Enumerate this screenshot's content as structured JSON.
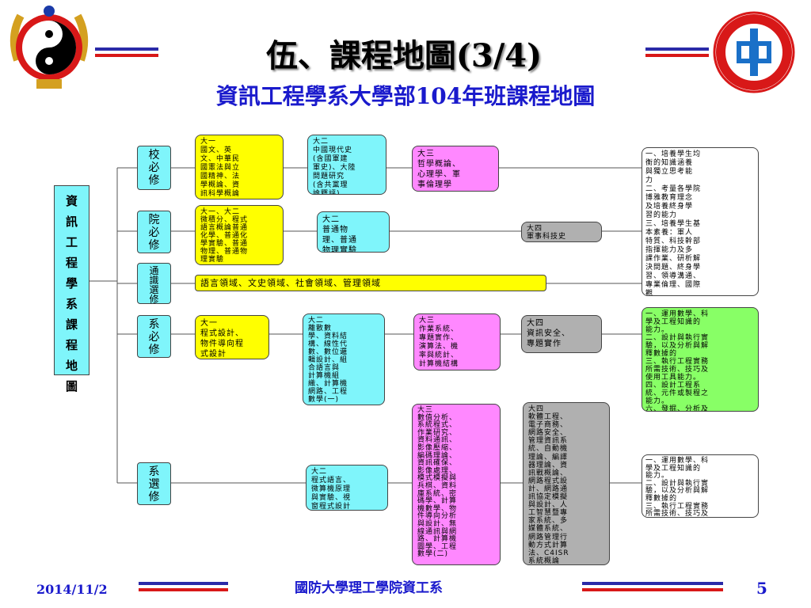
{
  "header": {
    "title": "伍、課程地圖(3/4)",
    "subtitle": "資訊工程學系大學部104年班課程地圖"
  },
  "left_label": "資\n訊\n工\n程\n學\n系\n課\n程\n地\n圖",
  "categories": {
    "school_required": "校\n必\n修",
    "college_required": "院\n必\n修",
    "general": "通\n識\n選\n修",
    "dept_required": "系\n必\n修",
    "dept_elective": "系\n選\n修"
  },
  "courses": {
    "school_y1": "大一\n國文、英\n文、中華民\n國憲法與立\n國精神、法\n學概論、資\n訊科學概論",
    "school_y2": "大二\n中國現代史\n(含國軍建\n軍史)、大陸\n問題研究\n(含共黨理\n論釋評)",
    "school_y3": "大三\n哲學概論、\n心理學、軍\n事倫理學",
    "college_y12": "大一、大二\n微積分、程式\n語言概論普通\n化學、普通化\n學實驗、普通\n物理、普通物\n理實驗",
    "college_y2": "大二\n普通物\n理、普通\n物理實驗",
    "college_y4": "大四\n軍事科技史",
    "general_bar": "語言領域、文史領域、社會領域、管理領域",
    "dept_req_y1": "大一\n程式設計、\n物件導向程\n式設計",
    "dept_req_y2": "大二\n離散數\n學、資料結\n構、線性代\n數、數位邏\n輯設計、組\n合語言與\n計算機組\n織、計算機\n網路、工程\n數學(一)",
    "dept_req_y3": "大三\n作業系統、\n專題實作、\n演算法、機\n率與統計、\n計算機結構",
    "dept_req_y4": "大四\n資訊安全、\n專題實作",
    "dept_el_y2": "大二\n程式語言、\n微算機原理\n與實驗、視\n窗程式設計",
    "dept_el_y3": "大三\n數值分析、\n系統程式、\n作業研究、\n資料通訊、\n影像壓縮、\n編碼理論、\n資訊確保、\n影像處理、\n模式模擬與\n兵棋、資料\n庫系統、密\n碼學、計算\n機數學、物\n件導向分析\n與設計、無\n線通訊與網\n路、計算機\n圖學、工程\n數學(二)",
    "dept_el_y4": "大四\n軟體工程、\n電子商務、\n網路安全、\n管理資訊系\n統、自動機\n理論、編譯\n器理論、資\n訊戰概論、\n網路程式設\n計、網路通\n訊協定模擬\n與設計、人\n工智慧暨專\n家系統、多\n媒體系統、\n網路管理行\n動方式計算\n法、C4ISR\n系統概論"
  },
  "outcomes": {
    "school": "一、培養學生均\n衡的知識涵養\n與獨立思考能\n力\n二、考量各學院\n博雅教育理念\n及培養終身學\n習的能力\n三、培養學生基\n本素養：軍人\n特質、科技幹部\n指揮能力及多\n課作業、研析解\n決問題、終身學\n習、領導溝通、\n專業倫理、國際\n觀",
    "dept_required": "一、運用數學、科\n學及工程知識的\n能力。\n二、設計與執行實\n驗，以及分析與解\n釋數據的\n三、執行工程實務\n所需技術、技巧及\n使用工具能力。\n四、設計工程系\n統、元件或製程之\n能力。\n六、發掘、分析及\n處理問題的能力。\n五、有效溝通與團\n隊合作的能力。",
    "dept_elective": "一、運用數學、科\n學及工程知識的\n能力。\n二、設計與執行實\n驗，以及分析與解\n釋數據的\n三、執行工程實務\n所需技術、技巧及\n使用工具能力。"
  },
  "footer": {
    "date": "2014/11/2",
    "org": "國防大學理工學院資工系",
    "page": "5"
  },
  "colors": {
    "stripe_blue": "#2a2aa8",
    "stripe_red": "#d81818",
    "title_blue": "#1a1acc",
    "yellow": "#ffff00",
    "cyan": "#7ff5fb",
    "pink": "#ff88ff",
    "gray": "#b0b0b0",
    "green": "#88ff66"
  }
}
